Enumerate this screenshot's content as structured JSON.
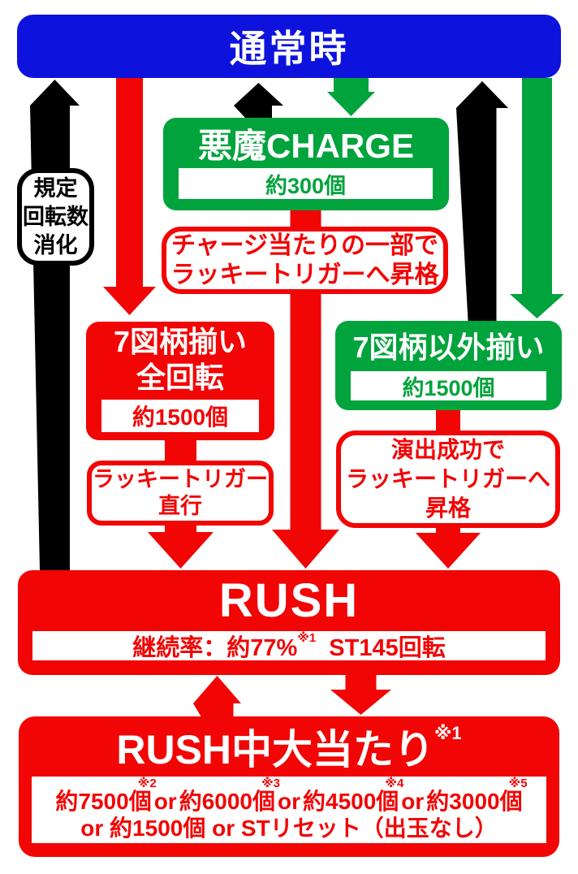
{
  "colors": {
    "blue": "#0d12dd",
    "green": "#00a33c",
    "red": "#f20505",
    "black": "#000000"
  },
  "banner": {
    "label": "通常時"
  },
  "kitei_label": {
    "line1": "規定",
    "line2": "回転数",
    "line3": "消化"
  },
  "charge_box": {
    "title": "悪魔CHARGE",
    "payout": "約300個"
  },
  "charge_note": {
    "line1": "チャージ当たりの一部で",
    "line2": "ラッキートリガーへ昇格"
  },
  "zen_box": {
    "title_line1": "7図柄揃い",
    "title_line2": "全回転",
    "payout": "約1500個"
  },
  "zen_note": {
    "line1": "ラッキートリガー",
    "line2": "直行"
  },
  "igai_box": {
    "title": "7図柄以外揃い",
    "payout": "約1500個"
  },
  "igai_note": {
    "line1": "演出成功で",
    "line2": "ラッキートリガーへ",
    "line3": "昇格"
  },
  "rush_box": {
    "title": "RUSH",
    "continuation": "継続率：約77%",
    "continuation_sup": "※1",
    "st": "ST145回転"
  },
  "final_box": {
    "title": "RUSH中大当たり",
    "title_sup": "※1",
    "seg1": "約7500個",
    "sup1": "※2",
    "or1": "or",
    "seg2": "約6000個",
    "sup2": "※3",
    "or2": "or",
    "seg3": "約4500個",
    "sup3": "※4",
    "or3": "or",
    "seg4": "約3000個",
    "sup4": "※5",
    "line2": "or 約1500個 or STリセット（出玉なし）"
  }
}
